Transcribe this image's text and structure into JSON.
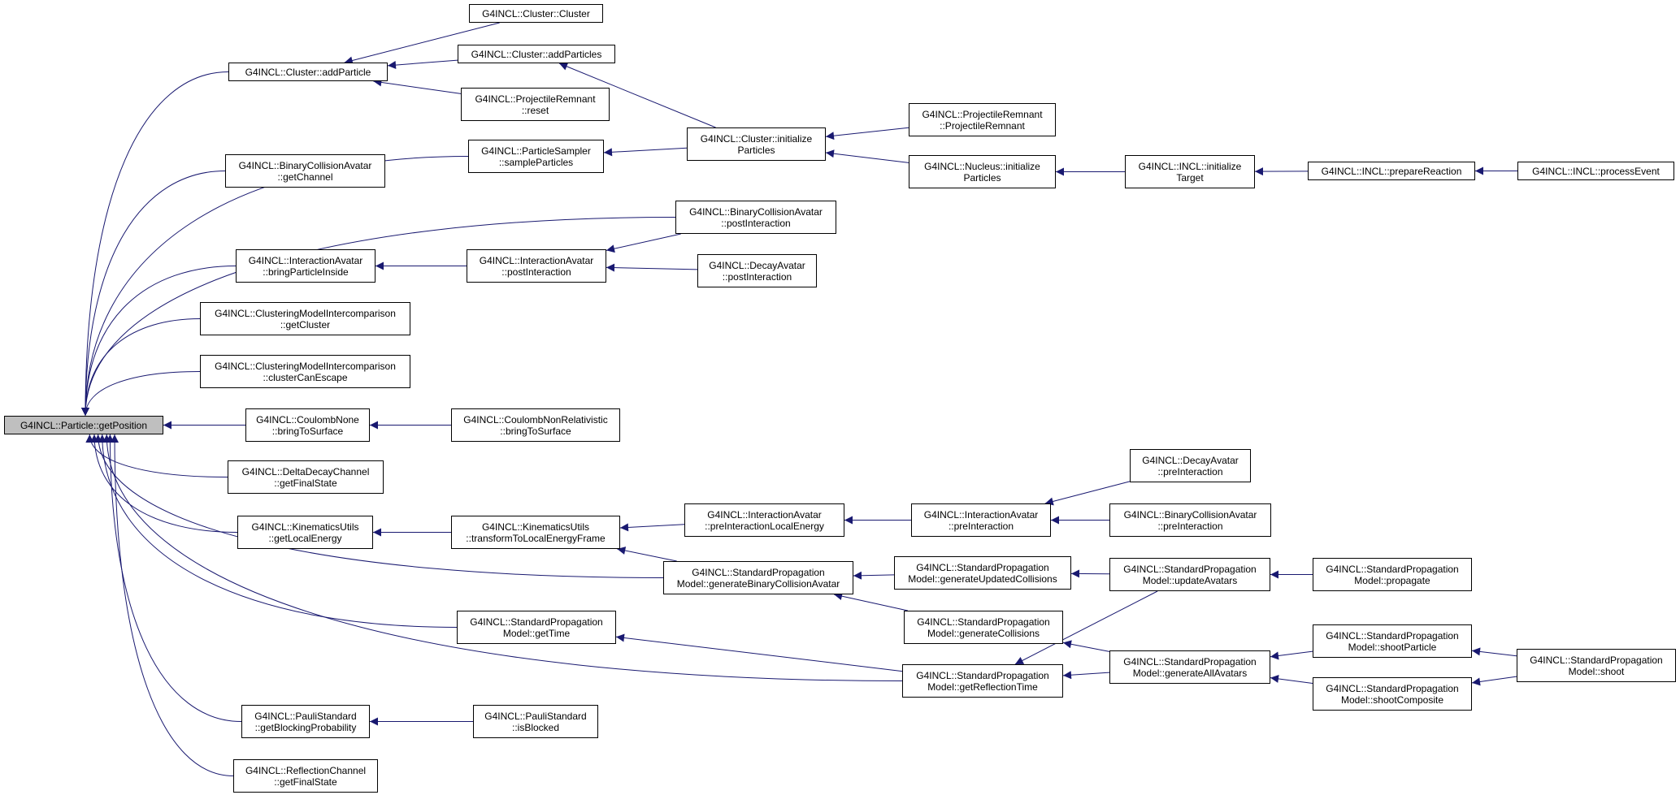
{
  "colors": {
    "edge": "#191970",
    "border": "#000000",
    "focus_fill": "#bfbfbf",
    "node_fill": "#ffffff"
  },
  "nodes": [
    {
      "id": "getPosition",
      "lines": [
        "G4INCL::Particle::getPosition"
      ],
      "focus": true
    },
    {
      "id": "addParticle",
      "lines": [
        "G4INCL::Cluster::addParticle"
      ]
    },
    {
      "id": "clusterCtor",
      "lines": [
        "G4INCL::Cluster::Cluster"
      ]
    },
    {
      "id": "addParticles",
      "lines": [
        "G4INCL::Cluster::addParticles"
      ]
    },
    {
      "id": "projReset",
      "lines": [
        "G4INCL::ProjectileRemnant",
        "::reset"
      ]
    },
    {
      "id": "sampleParticles",
      "lines": [
        "G4INCL::ParticleSampler",
        "::sampleParticles"
      ]
    },
    {
      "id": "clusterInit",
      "lines": [
        "G4INCL::Cluster::initialize",
        "Particles"
      ]
    },
    {
      "id": "projCtor",
      "lines": [
        "G4INCL::ProjectileRemnant",
        "::ProjectileRemnant"
      ]
    },
    {
      "id": "nucleusInit",
      "lines": [
        "G4INCL::Nucleus::initialize",
        "Particles"
      ]
    },
    {
      "id": "initTarget",
      "lines": [
        "G4INCL::INCL::initialize",
        "Target"
      ]
    },
    {
      "id": "prepareReaction",
      "lines": [
        "G4INCL::INCL::prepareReaction"
      ]
    },
    {
      "id": "processEvent",
      "lines": [
        "G4INCL::INCL::processEvent"
      ]
    },
    {
      "id": "bcaGetChannel",
      "lines": [
        "G4INCL::BinaryCollisionAvatar",
        "::getChannel"
      ]
    },
    {
      "id": "bcaPostInteraction",
      "lines": [
        "G4INCL::BinaryCollisionAvatar",
        "::postInteraction"
      ]
    },
    {
      "id": "iaBringInside",
      "lines": [
        "G4INCL::InteractionAvatar",
        "::bringParticleInside"
      ]
    },
    {
      "id": "iaPostInteraction",
      "lines": [
        "G4INCL::InteractionAvatar",
        "::postInteraction"
      ]
    },
    {
      "id": "daPostInteraction",
      "lines": [
        "G4INCL::DecayAvatar",
        "::postInteraction"
      ]
    },
    {
      "id": "cmiGetCluster",
      "lines": [
        "G4INCL::ClusteringModelIntercomparison",
        "::getCluster"
      ]
    },
    {
      "id": "cmiCanEscape",
      "lines": [
        "G4INCL::ClusteringModelIntercomparison",
        "::clusterCanEscape"
      ]
    },
    {
      "id": "cnBringToSurface",
      "lines": [
        "G4INCL::CoulombNone",
        "::bringToSurface"
      ]
    },
    {
      "id": "cnrBringToSurface",
      "lines": [
        "G4INCL::CoulombNonRelativistic",
        "::bringToSurface"
      ]
    },
    {
      "id": "ddcGetFinalState",
      "lines": [
        "G4INCL::DeltaDecayChannel",
        "::getFinalState"
      ]
    },
    {
      "id": "kuGetLocalEnergy",
      "lines": [
        "G4INCL::KinematicsUtils",
        "::getLocalEnergy"
      ]
    },
    {
      "id": "kuTransform",
      "lines": [
        "G4INCL::KinematicsUtils",
        "::transformToLocalEnergyFrame"
      ]
    },
    {
      "id": "iaPreIntLocal",
      "lines": [
        "G4INCL::InteractionAvatar",
        "::preInteractionLocalEnergy"
      ]
    },
    {
      "id": "iaPreInteraction",
      "lines": [
        "G4INCL::InteractionAvatar",
        "::preInteraction"
      ]
    },
    {
      "id": "daPreInteraction",
      "lines": [
        "G4INCL::DecayAvatar",
        "::preInteraction"
      ]
    },
    {
      "id": "bcaPreInteraction",
      "lines": [
        "G4INCL::BinaryCollisionAvatar",
        "::preInteraction"
      ]
    },
    {
      "id": "spmGenBCA",
      "lines": [
        "G4INCL::StandardPropagation",
        "Model::generateBinaryCollisionAvatar"
      ]
    },
    {
      "id": "spmGenUpdated",
      "lines": [
        "G4INCL::StandardPropagation",
        "Model::generateUpdatedCollisions"
      ]
    },
    {
      "id": "spmUpdateAvatars",
      "lines": [
        "G4INCL::StandardPropagation",
        "Model::updateAvatars"
      ]
    },
    {
      "id": "spmPropagate",
      "lines": [
        "G4INCL::StandardPropagation",
        "Model::propagate"
      ]
    },
    {
      "id": "spmGetTime",
      "lines": [
        "G4INCL::StandardPropagation",
        "Model::getTime"
      ]
    },
    {
      "id": "spmGenCollisions",
      "lines": [
        "G4INCL::StandardPropagation",
        "Model::generateCollisions"
      ]
    },
    {
      "id": "spmGenAllAvatars",
      "lines": [
        "G4INCL::StandardPropagation",
        "Model::generateAllAvatars"
      ]
    },
    {
      "id": "spmShootParticle",
      "lines": [
        "G4INCL::StandardPropagation",
        "Model::shootParticle"
      ]
    },
    {
      "id": "spmShoot",
      "lines": [
        "G4INCL::StandardPropagation",
        "Model::shoot"
      ]
    },
    {
      "id": "spmShootComposite",
      "lines": [
        "G4INCL::StandardPropagation",
        "Model::shootComposite"
      ]
    },
    {
      "id": "spmGetReflection",
      "lines": [
        "G4INCL::StandardPropagation",
        "Model::getReflectionTime"
      ]
    },
    {
      "id": "psGetBlocking",
      "lines": [
        "G4INCL::PauliStandard",
        "::getBlockingProbability"
      ]
    },
    {
      "id": "psIsBlocked",
      "lines": [
        "G4INCL::PauliStandard",
        "::isBlocked"
      ]
    },
    {
      "id": "rcGetFinalState",
      "lines": [
        "G4INCL::ReflectionChannel",
        "::getFinalState"
      ]
    }
  ],
  "edges": [
    {
      "from": "addParticle",
      "to": "getPosition"
    },
    {
      "from": "bcaGetChannel",
      "to": "getPosition"
    },
    {
      "from": "bcaPostInteraction",
      "to": "getPosition"
    },
    {
      "from": "iaBringInside",
      "to": "getPosition"
    },
    {
      "from": "cmiGetCluster",
      "to": "getPosition"
    },
    {
      "from": "cmiCanEscape",
      "to": "getPosition"
    },
    {
      "from": "cnBringToSurface",
      "to": "getPosition"
    },
    {
      "from": "ddcGetFinalState",
      "to": "getPosition"
    },
    {
      "from": "kuGetLocalEnergy",
      "to": "getPosition"
    },
    {
      "from": "spmGenBCA",
      "to": "getPosition"
    },
    {
      "from": "spmGetTime",
      "to": "getPosition"
    },
    {
      "from": "spmGetReflection",
      "to": "getPosition"
    },
    {
      "from": "psGetBlocking",
      "to": "getPosition"
    },
    {
      "from": "rcGetFinalState",
      "to": "getPosition"
    },
    {
      "from": "sampleParticles",
      "to": "getPosition"
    },
    {
      "from": "clusterCtor",
      "to": "addParticle"
    },
    {
      "from": "addParticles",
      "to": "addParticle"
    },
    {
      "from": "projReset",
      "to": "addParticle"
    },
    {
      "from": "clusterInit",
      "to": "addParticles"
    },
    {
      "from": "clusterInit",
      "to": "sampleParticles"
    },
    {
      "from": "projCtor",
      "to": "clusterInit"
    },
    {
      "from": "nucleusInit",
      "to": "clusterInit"
    },
    {
      "from": "initTarget",
      "to": "nucleusInit"
    },
    {
      "from": "prepareReaction",
      "to": "initTarget"
    },
    {
      "from": "processEvent",
      "to": "prepareReaction"
    },
    {
      "from": "iaPostInteraction",
      "to": "iaBringInside"
    },
    {
      "from": "bcaPostInteraction",
      "to": "iaPostInteraction"
    },
    {
      "from": "daPostInteraction",
      "to": "iaPostInteraction"
    },
    {
      "from": "cnrBringToSurface",
      "to": "cnBringToSurface"
    },
    {
      "from": "kuTransform",
      "to": "kuGetLocalEnergy"
    },
    {
      "from": "iaPreIntLocal",
      "to": "kuTransform"
    },
    {
      "from": "spmGenBCA",
      "to": "kuTransform"
    },
    {
      "from": "iaPreInteraction",
      "to": "iaPreIntLocal"
    },
    {
      "from": "daPreInteraction",
      "to": "iaPreInteraction"
    },
    {
      "from": "bcaPreInteraction",
      "to": "iaPreInteraction"
    },
    {
      "from": "spmGenUpdated",
      "to": "spmGenBCA"
    },
    {
      "from": "spmGenCollisions",
      "to": "spmGenBCA"
    },
    {
      "from": "spmUpdateAvatars",
      "to": "spmGenUpdated"
    },
    {
      "from": "spmPropagate",
      "to": "spmUpdateAvatars"
    },
    {
      "from": "spmGenAllAvatars",
      "to": "spmGenCollisions"
    },
    {
      "from": "spmShootParticle",
      "to": "spmGenAllAvatars"
    },
    {
      "from": "spmShootComposite",
      "to": "spmGenAllAvatars"
    },
    {
      "from": "spmShoot",
      "to": "spmShootParticle"
    },
    {
      "from": "spmShoot",
      "to": "spmShootComposite"
    },
    {
      "from": "spmUpdateAvatars",
      "to": "spmGetReflection"
    },
    {
      "from": "spmGenAllAvatars",
      "to": "spmGetReflection"
    },
    {
      "from": "spmGetReflection",
      "to": "spmGetTime"
    },
    {
      "from": "psIsBlocked",
      "to": "psGetBlocking"
    }
  ]
}
